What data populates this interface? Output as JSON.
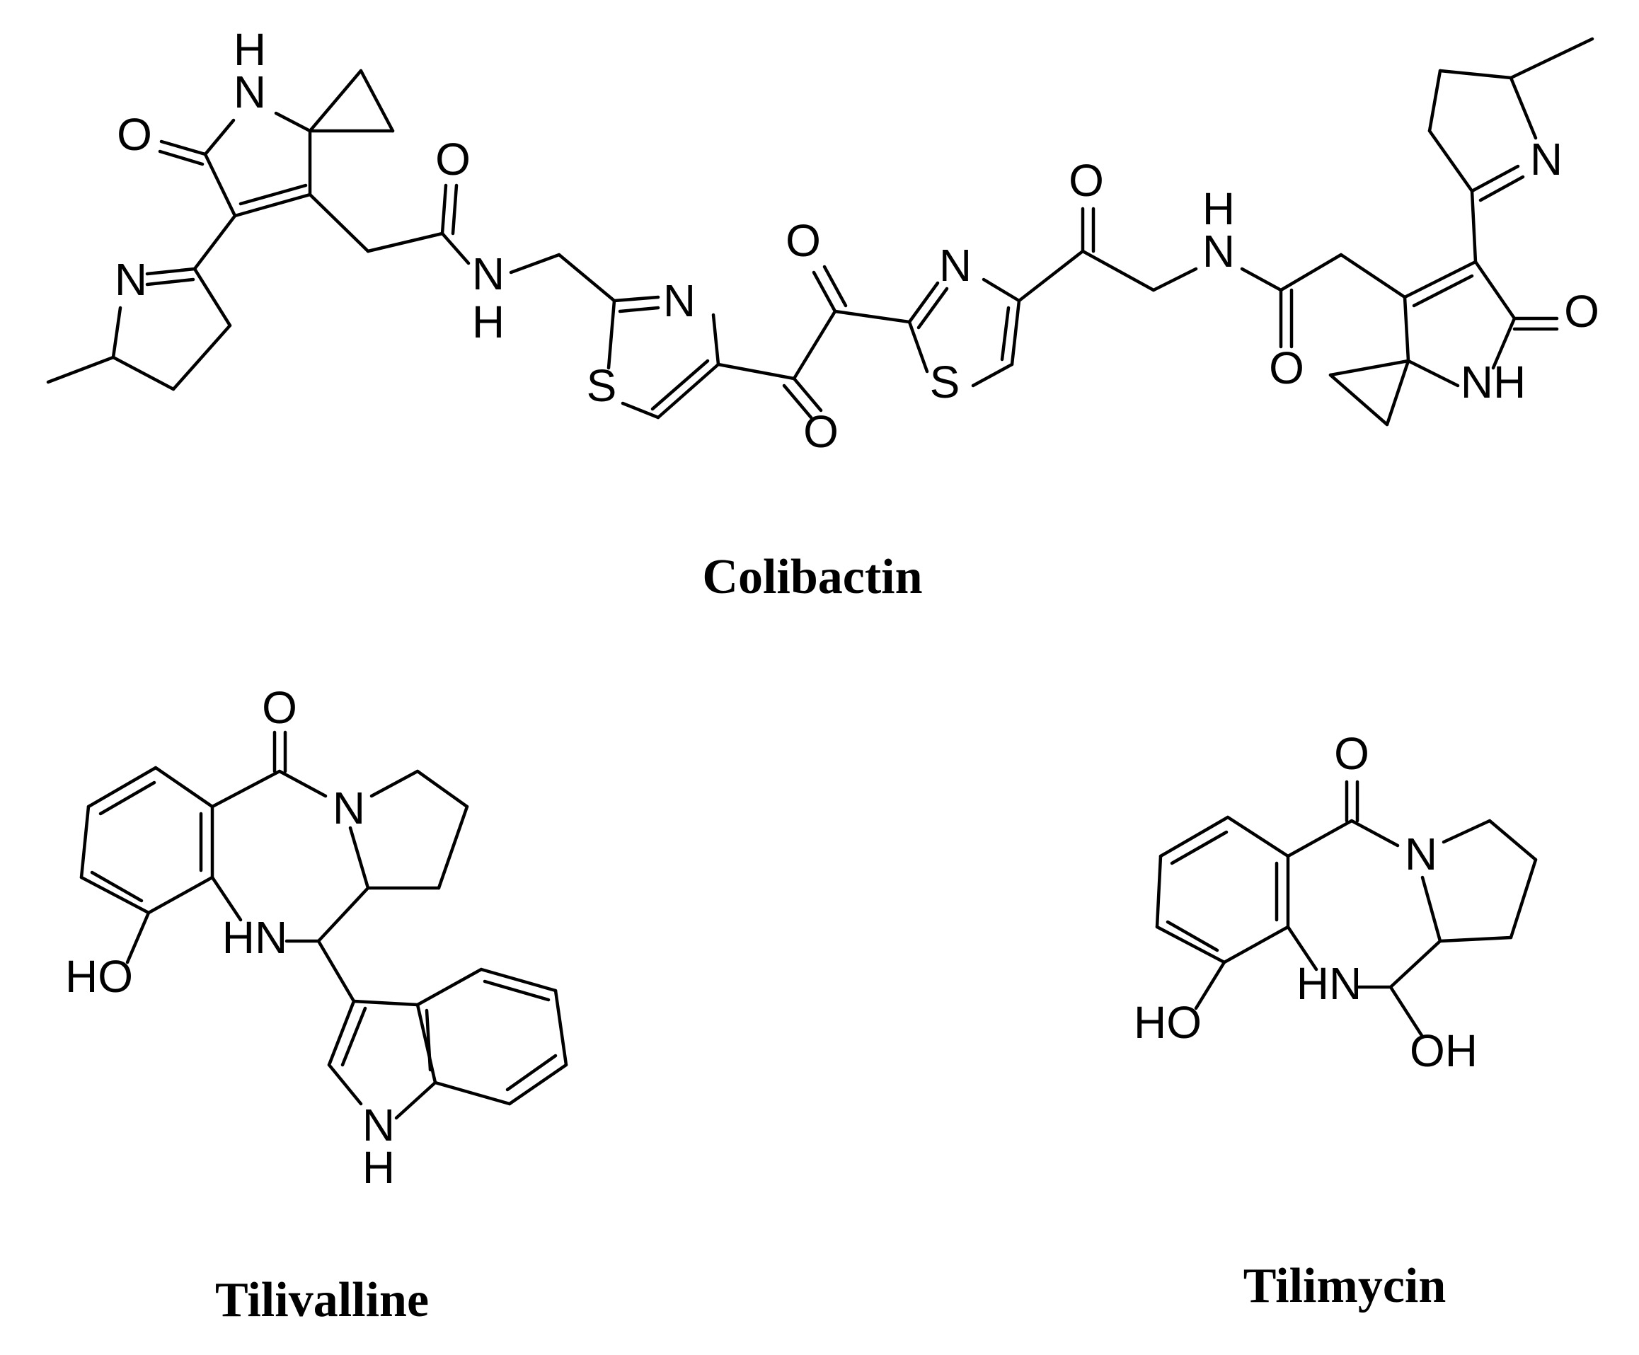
{
  "compounds": [
    {
      "id": "colibactin",
      "name": "Colibactin"
    },
    {
      "id": "tilivalline",
      "name": "Tilivalline"
    },
    {
      "id": "tilimycin",
      "name": "Tilimycin"
    }
  ],
  "atom_labels": {
    "O": "O",
    "N": "N",
    "S": "S",
    "H": "H",
    "NH": "NH",
    "HN": "HN",
    "HO": "HO",
    "OH": "OH"
  }
}
